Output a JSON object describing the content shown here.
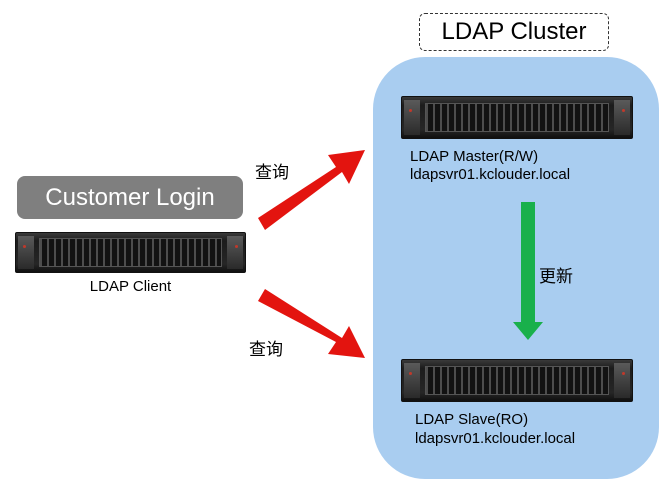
{
  "cluster": {
    "title": "LDAP Cluster"
  },
  "login": {
    "label": "Customer Login"
  },
  "client": {
    "label": "LDAP Client"
  },
  "master": {
    "label": "LDAP Master(R/W)",
    "host": "ldapsvr01.kclouder.local"
  },
  "slave": {
    "label": "LDAP Slave(RO)",
    "host": "ldapsvr01.kclouder.local"
  },
  "arrows": {
    "query_top": "查询",
    "query_bottom": "查询",
    "update": "更新",
    "query_color": "#e3140f",
    "update_color": "#19b04b"
  },
  "colors": {
    "cluster_bg": "#a9cdf0",
    "login_bg": "#7f7f7f"
  }
}
